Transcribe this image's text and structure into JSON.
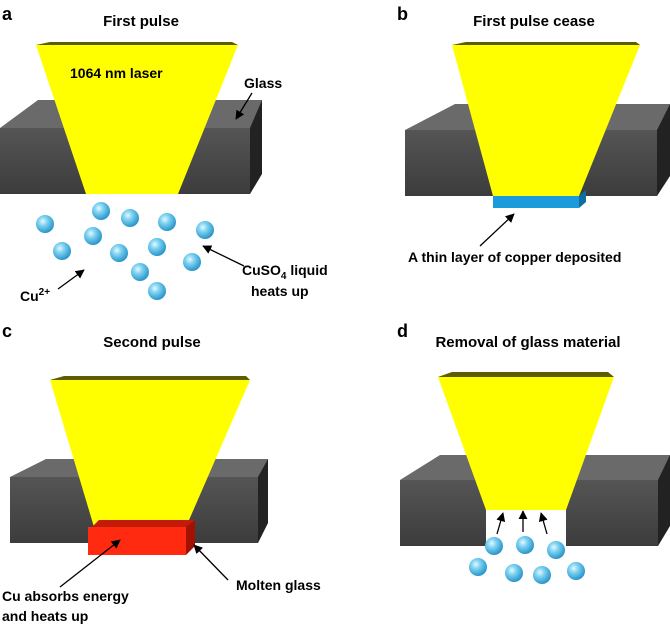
{
  "panels": {
    "a": {
      "letter": "a",
      "title": "First pulse",
      "laser_label": "1064 nm laser",
      "glass_label": "Glass",
      "ion_label_base": "Cu",
      "ion_label_sup": "2+",
      "liquid_label_line1_pre": "CuSO",
      "liquid_label_line1_sub": "4",
      "liquid_label_line1_post": " liquid",
      "liquid_label_line2": "heats up"
    },
    "b": {
      "letter": "b",
      "title": "First pulse cease",
      "deposit_label": "A thin layer of copper deposited"
    },
    "c": {
      "letter": "c",
      "title": "Second pulse",
      "absorb_label_line1": "Cu absorbs energy",
      "absorb_label_line2": "and heats up",
      "molten_label": "Molten glass"
    },
    "d": {
      "letter": "d",
      "title": "Removal of glass material"
    }
  },
  "colors": {
    "laser_front": "#ffff00",
    "laser_top": "#5c5c00",
    "glass_front": "#4a4a4a",
    "glass_top": "#6a6a6a",
    "glass_side": "#222222",
    "copper_layer": "#1a9cdc",
    "molten_glass": "#ff2a10",
    "ion_sphere": "#5ec8ee"
  }
}
